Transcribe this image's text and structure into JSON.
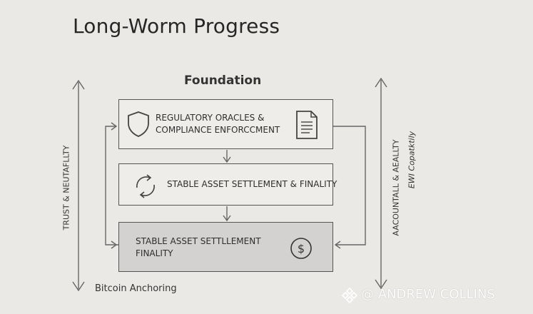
{
  "title": "Long-Worm Progress",
  "heading": "Foundation",
  "layers": [
    {
      "lines": [
        "REGULATORY ORACLES &",
        "COMPLIANCE ENFORCCMENT"
      ],
      "icon": "shield-icon",
      "icon2": "document-icon"
    },
    {
      "lines": [
        "STABLE ASSET SETTLEMENT & FINALITY"
      ],
      "icon": "cycle-arrows-icon"
    },
    {
      "lines": [
        "STABLE ASSET SETTLLEMENT",
        "FINALITY"
      ],
      "icon": "dollar-coin-icon"
    }
  ],
  "left_axis_label": "TRUST & NEUTAFLLTY",
  "right_axis_label_1": "AACOUNTALL & AEALLTY",
  "right_axis_label_2": "EWI Copatktily",
  "bottom_label": "Bitcoin Anchoring",
  "watermark": "@ ANDREW COLLINS",
  "colors": {
    "background": "#ebe9e6",
    "line": "#555555",
    "highlight_box": "#d3d2d0"
  }
}
